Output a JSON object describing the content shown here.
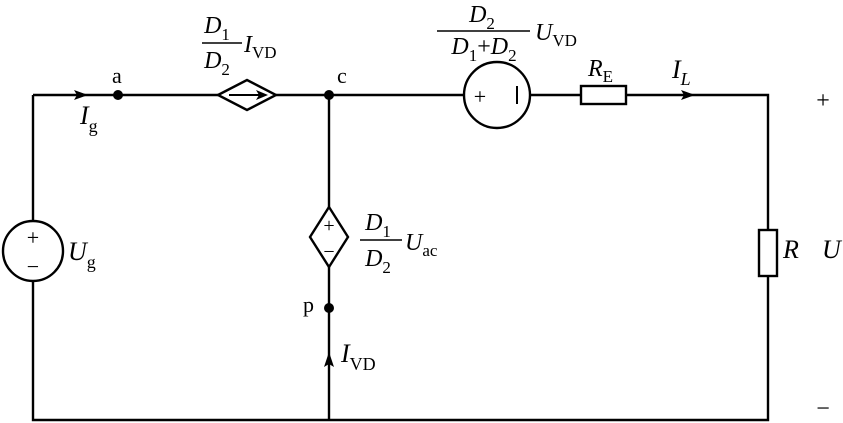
{
  "nodes": {
    "a": "a",
    "c": "c",
    "p": "p"
  },
  "sources": {
    "ug": {
      "symbol": "U",
      "sub": "g"
    },
    "ccs": {
      "num_sym": "D",
      "num_sub": "1",
      "den_sym": "D",
      "den_sub": "2",
      "var_sym": "I",
      "var_sub": "VD"
    },
    "cvs_vert": {
      "num_sym": "D",
      "num_sub": "1",
      "den_sym": "D",
      "den_sub": "2",
      "var_sym": "U",
      "var_sub": "ac"
    },
    "cvs_top": {
      "num_sym": "D",
      "num_sub": "2",
      "den1_sym": "D",
      "den1_sub": "1",
      "plus": "+",
      "den2_sym": "D",
      "den2_sub": "2",
      "var_sym": "U",
      "var_sub": "VD"
    }
  },
  "polarity": {
    "plus": "+",
    "minus": "−"
  },
  "resistors": {
    "re": {
      "symbol": "R",
      "sub": "E"
    },
    "r": {
      "symbol": "R"
    }
  },
  "currents": {
    "ig": {
      "symbol": "I",
      "sub": "g"
    },
    "il": {
      "symbol": "I",
      "sub": "L"
    },
    "ivd": {
      "symbol": "I",
      "sub": "VD"
    }
  },
  "output": {
    "plus": "+",
    "minus": "−",
    "symbol": "U"
  }
}
